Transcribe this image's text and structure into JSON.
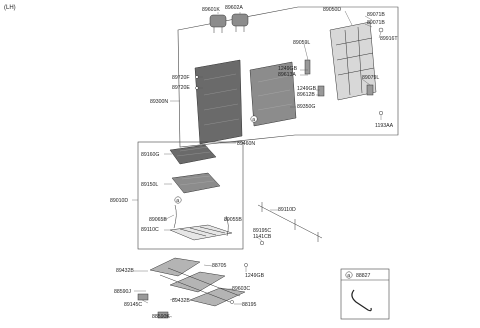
{
  "header": {
    "variant": "(LH)"
  },
  "colors": {
    "seat_dark": "#6a6a6a",
    "seat_mid": "#8c8c8c",
    "frame": "#b4b4b4",
    "line": "#444444"
  },
  "labels": {
    "p89601K": "89601K",
    "p89602A": "89602A",
    "p89050D": "89050D",
    "p89071B_1": "89071B",
    "p89071B_2": "89071B",
    "p89916T": "89916T",
    "p89059L": "89059L",
    "p1249GB_1": "1249GB",
    "p89613A": "89613A",
    "p89720F": "89720F",
    "p89720E": "89720E",
    "p89079L": "89079L",
    "p1249GB_2": "1249GB",
    "p89612B": "89612B",
    "p89300N": "89300N",
    "p89350G": "89350G",
    "p1193AA": "1193AA",
    "p89460N": "89460N",
    "p89160G": "89160G",
    "p89150L": "89150L",
    "p89010D": "89010D",
    "p89110D": "89110D",
    "p89065B": "89065B",
    "p89055B": "89055B",
    "p89110C": "89110C",
    "p89195C": "89195C",
    "p1141CB": "1141CB",
    "p89432B_1": "89432B",
    "p88705": "88705",
    "p1249GB_3": "1249GB",
    "p88590J": "88590J",
    "p89603C": "89603C",
    "p89145C": "89145C",
    "p89432B_2": "89432B",
    "p88195": "88195",
    "p88590K": "88590K",
    "callout_a_1": "a",
    "callout_a_2": "a",
    "legend_a": "a",
    "p88827": "88827"
  }
}
